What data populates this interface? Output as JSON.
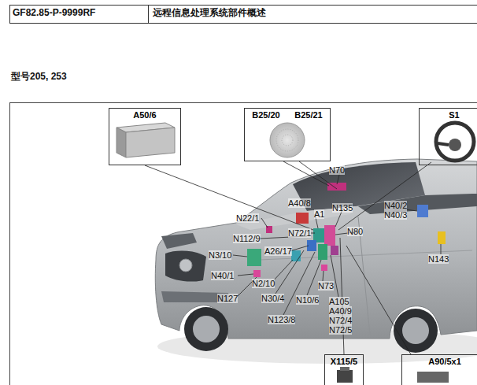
{
  "diagram": {
    "title": "远程信息处理系统部件概述",
    "nodes": [
      {
        "text": [
          "A50/6"
        ]
      },
      {
        "text": [
          "B25/20",
          "B25/21"
        ]
      },
      {
        "text": [
          "S1"
        ]
      },
      {
        "text": [
          "X115/5"
        ]
      },
      {
        "text": [
          "A90/5x1"
        ]
      }
    ],
    "labels": [
      "GF82.85-P-9999RF",
      "型号205, 253",
      "N70",
      "A40/8",
      "N135",
      "A1",
      "N22/1",
      "N72/1",
      "N40/2",
      "N40/3",
      "N80",
      "N112/9",
      "A26/17",
      "N3/10",
      "N143",
      "N40/1",
      "N2/10",
      "N73",
      "N127",
      "N30/4",
      "N10/6",
      "A105",
      "A40/9",
      "N72/4",
      "N72/5",
      "N123/8"
    ]
  }
}
